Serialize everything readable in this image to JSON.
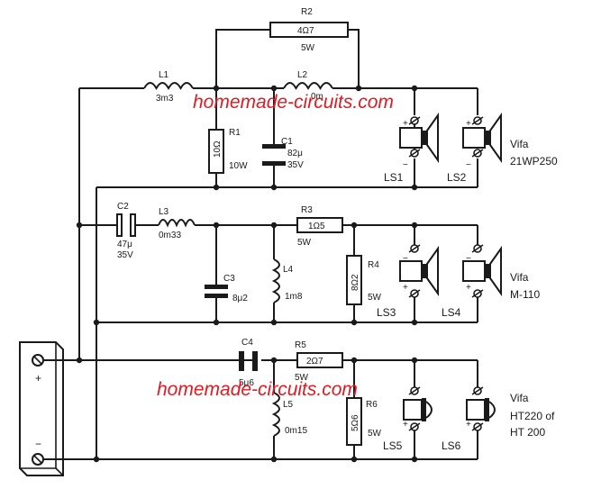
{
  "watermarks": [
    "homemade-circuits.com",
    "homemade-circuits.com"
  ],
  "components": {
    "L1": {
      "name": "L1",
      "value": "3m3"
    },
    "L2": {
      "name": "L2",
      "value": "0m"
    },
    "R2": {
      "name": "R2",
      "value": "4Ω7",
      "power": "5W"
    },
    "R1": {
      "name": "R1",
      "value": "10Ω",
      "power": "10W"
    },
    "C1": {
      "name": "C1",
      "value": "82μ",
      "voltage": "35V"
    },
    "C2": {
      "name": "C2",
      "value": "47μ",
      "voltage": "35V"
    },
    "L3": {
      "name": "L3",
      "value": "0m33"
    },
    "R3": {
      "name": "R3",
      "value": "1Ω5",
      "power": "5W"
    },
    "C3": {
      "name": "C3",
      "value": "8μ2"
    },
    "L4": {
      "name": "L4",
      "value": "1m8"
    },
    "R4": {
      "name": "R4",
      "value": "8Ω2",
      "power": "5W"
    },
    "C4": {
      "name": "C4",
      "value": "5μ6"
    },
    "R5": {
      "name": "R5",
      "value": "2Ω7",
      "power": "5W"
    },
    "L5": {
      "name": "L5",
      "value": "0m15"
    },
    "R6": {
      "name": "R6",
      "value": "5Ω6",
      "power": "5W"
    }
  },
  "speakers": {
    "LS1": "LS1",
    "LS2": "LS2",
    "LS3": "LS3",
    "LS4": "LS4",
    "LS5": "LS5",
    "LS6": "LS6"
  },
  "drivers": {
    "woofer": {
      "brand": "Vifa",
      "model": "21WP250"
    },
    "mid": {
      "brand": "Vifa",
      "model": "M-110"
    },
    "tweeter": {
      "brand": "Vifa",
      "model": "HT220 of",
      "model2": "HT 200"
    }
  },
  "terminals": {
    "plus": "+",
    "minus": "−"
  }
}
